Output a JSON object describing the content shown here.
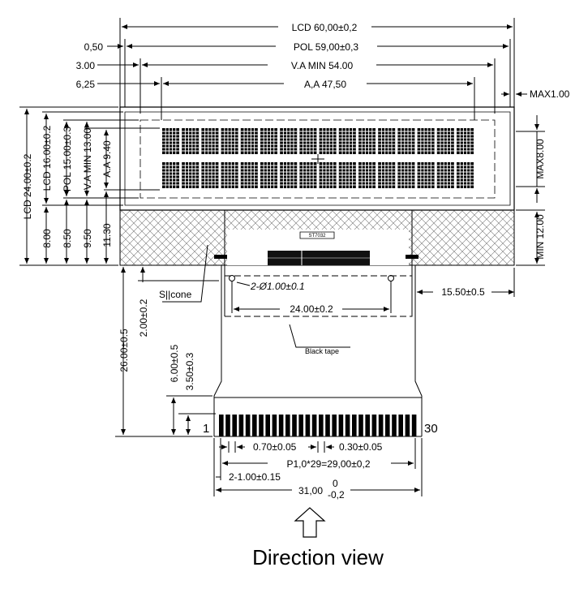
{
  "dimensions": {
    "lcd_width": "LCD 60,00±0,2",
    "pol_width": "POL 59,00±0,3",
    "va_width": "V.A MIN 54.00",
    "aa_width": "A,A 47,50",
    "off_050": "0,50",
    "off_300": "3.00",
    "off_625": "6,25",
    "max_100": "MAX1.00",
    "max_800": "MAX8.00",
    "min_1200": "MIN 12.00",
    "lcd_height": "LCD 24.00±0.2",
    "lcd_16": "LCD 16.00±0.2",
    "pol_15": "POL 15.00±0.3",
    "va_13": "V.A MIN 13.00",
    "aa_940": "A.A 9.40",
    "v_800": "8.00",
    "v_850": "8.50",
    "v_950": "9.50",
    "v_1130": "11.30",
    "holes": "2-Ø1.00±0.1",
    "hole_pitch": "24.00±0.2",
    "offset_1550": "15.50±0.5",
    "v_2600": "26.00±0.5",
    "v_200": "2.00±0.2",
    "v_600": "6.00±0.5",
    "v_350": "3.50±0.3",
    "pin_width": "0.70±0.05",
    "pin_gap": "0.30±0.05",
    "pitch_total": "P1,0*29=29,00±0,2",
    "edge_100": "2-1.00±0.15",
    "fpc_width": "31,00",
    "fpc_tol_upper": "0",
    "fpc_tol_lower": "-0,2"
  },
  "labels": {
    "silicone": "S||cone",
    "black_tape": "Black tape",
    "pin_first": "1",
    "pin_last": "30",
    "ic_label": "ST7032",
    "direction": "Direction view"
  }
}
